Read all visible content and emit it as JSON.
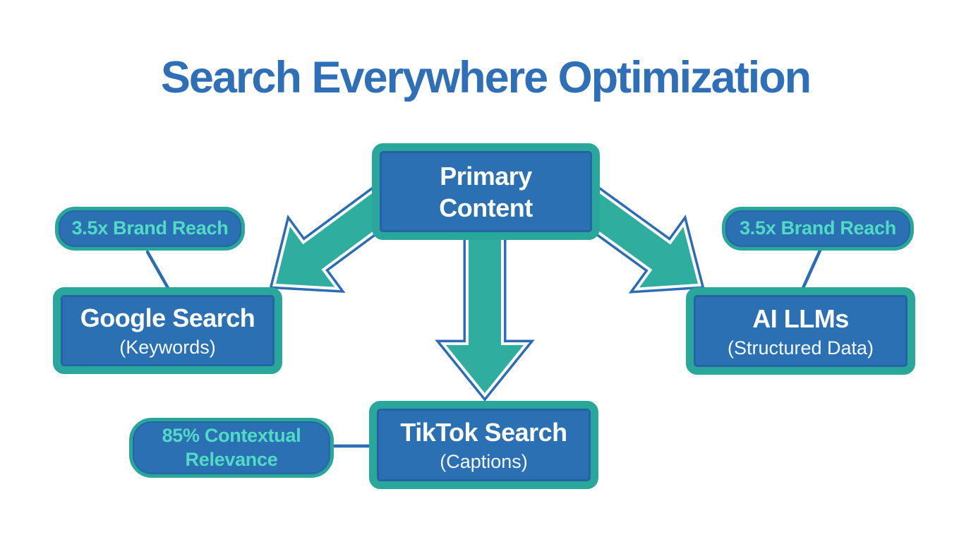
{
  "title": "Search Everywhere Optimization",
  "colors": {
    "title": "#2e6fb7",
    "node_fill": "#2b70b3",
    "node_border": "#29a79b",
    "arrow_fill": "#2fad9e",
    "arrow_outline": "#2b6cb4",
    "connector": "#2b6cb4",
    "node_text": "#ffffff",
    "badge_text": "#52dbc4",
    "background": "#ffffff"
  },
  "nodes": {
    "primary": {
      "line1": "Primary",
      "line2": "Content"
    },
    "google": {
      "label": "Google Search",
      "sublabel": "(Keywords)"
    },
    "tiktok": {
      "label": "TikTok Search",
      "sublabel": "(Captions)"
    },
    "ai": {
      "label": "AI LLMs",
      "sublabel": "(Structured Data)"
    }
  },
  "badges": {
    "google_reach": {
      "text": "3.5x Brand Reach",
      "attached_to": "google"
    },
    "ai_reach": {
      "text": "3.5x Brand Reach",
      "attached_to": "ai"
    },
    "tiktok_relevance": {
      "line1": "85% Contextual",
      "line2": "Relevance",
      "attached_to": "tiktok"
    }
  },
  "edges": [
    {
      "from": "primary",
      "to": "google"
    },
    {
      "from": "primary",
      "to": "tiktok"
    },
    {
      "from": "primary",
      "to": "ai"
    }
  ]
}
